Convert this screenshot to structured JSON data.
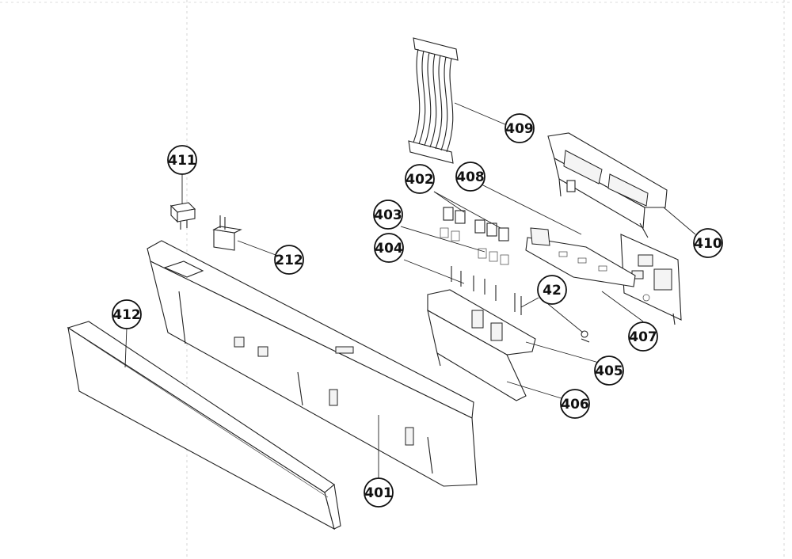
{
  "callouts": [
    {
      "id": "409",
      "label": "409"
    },
    {
      "id": "411",
      "label": "411"
    },
    {
      "id": "402",
      "label": "402"
    },
    {
      "id": "408",
      "label": "408"
    },
    {
      "id": "410",
      "label": "410"
    },
    {
      "id": "403",
      "label": "403"
    },
    {
      "id": "212",
      "label": "212"
    },
    {
      "id": "404",
      "label": "404"
    },
    {
      "id": "42",
      "label": "42"
    },
    {
      "id": "412",
      "label": "412"
    },
    {
      "id": "407",
      "label": "407"
    },
    {
      "id": "405",
      "label": "405"
    },
    {
      "id": "406",
      "label": "406"
    },
    {
      "id": "401",
      "label": "401"
    }
  ]
}
